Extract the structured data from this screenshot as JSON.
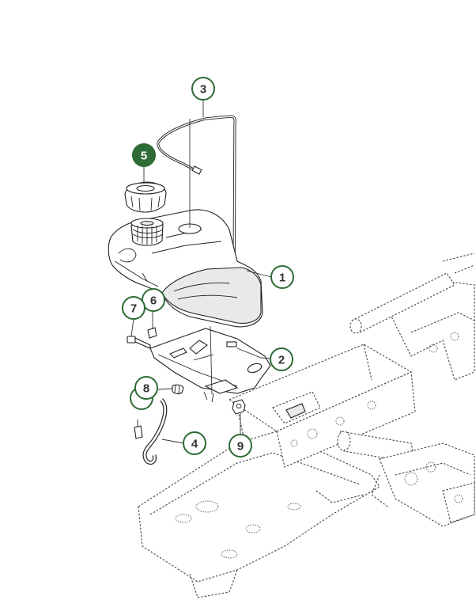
{
  "callouts": [
    {
      "id": "1",
      "label": "1",
      "filled": false
    },
    {
      "id": "2",
      "label": "2",
      "filled": false
    },
    {
      "id": "3",
      "label": "3",
      "filled": false
    },
    {
      "id": "4",
      "label": "4",
      "filled": false
    },
    {
      "id": "5",
      "label": "5",
      "filled": true
    },
    {
      "id": "6",
      "label": "6",
      "filled": false
    },
    {
      "id": "7",
      "label": "7",
      "filled": false
    },
    {
      "id": "8",
      "label": "8",
      "filled": false
    },
    {
      "id": "9",
      "label": "9",
      "filled": false
    }
  ],
  "colors": {
    "callout_accent": "#2e6b35",
    "line": "#222222",
    "background": "#ffffff"
  }
}
